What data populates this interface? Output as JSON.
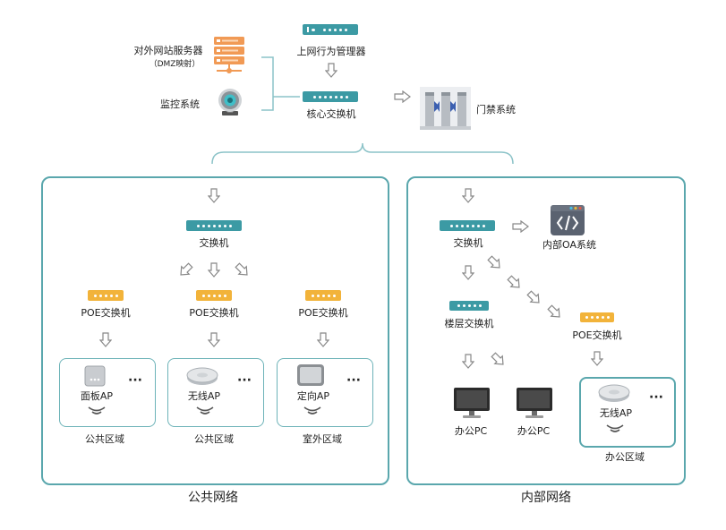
{
  "top": {
    "server_label": "对外网站服务器",
    "server_sublabel": "（DMZ映射）",
    "camera_label": "监控系统",
    "mgmt_label": "上网行为管理器",
    "core_label": "核心交换机",
    "gate_label": "门禁系统"
  },
  "public": {
    "title": "公共网络",
    "switch_label": "交换机",
    "poe_labels": [
      "POE交换机",
      "POE交换机",
      "POE交换机"
    ],
    "ap_labels": [
      "面板AP",
      "无线AP",
      "定向AP"
    ],
    "zone_labels": [
      "公共区域",
      "公共区域",
      "室外区域"
    ],
    "dots": "···"
  },
  "internal": {
    "title": "内部网络",
    "switch_label": "交换机",
    "oa_label": "内部OA系统",
    "floor_switch_label": "楼层交换机",
    "poe_label": "POE交换机",
    "pc_labels": [
      "办公PC",
      "办公PC"
    ],
    "ap_label": "无线AP",
    "zone_label": "办公区域",
    "dots": "···"
  },
  "colors": {
    "teal": "#3c9aa4",
    "panel_border": "#5aa7ad",
    "poe_orange": "#f2b33a",
    "server_orange": "#f19a55"
  }
}
